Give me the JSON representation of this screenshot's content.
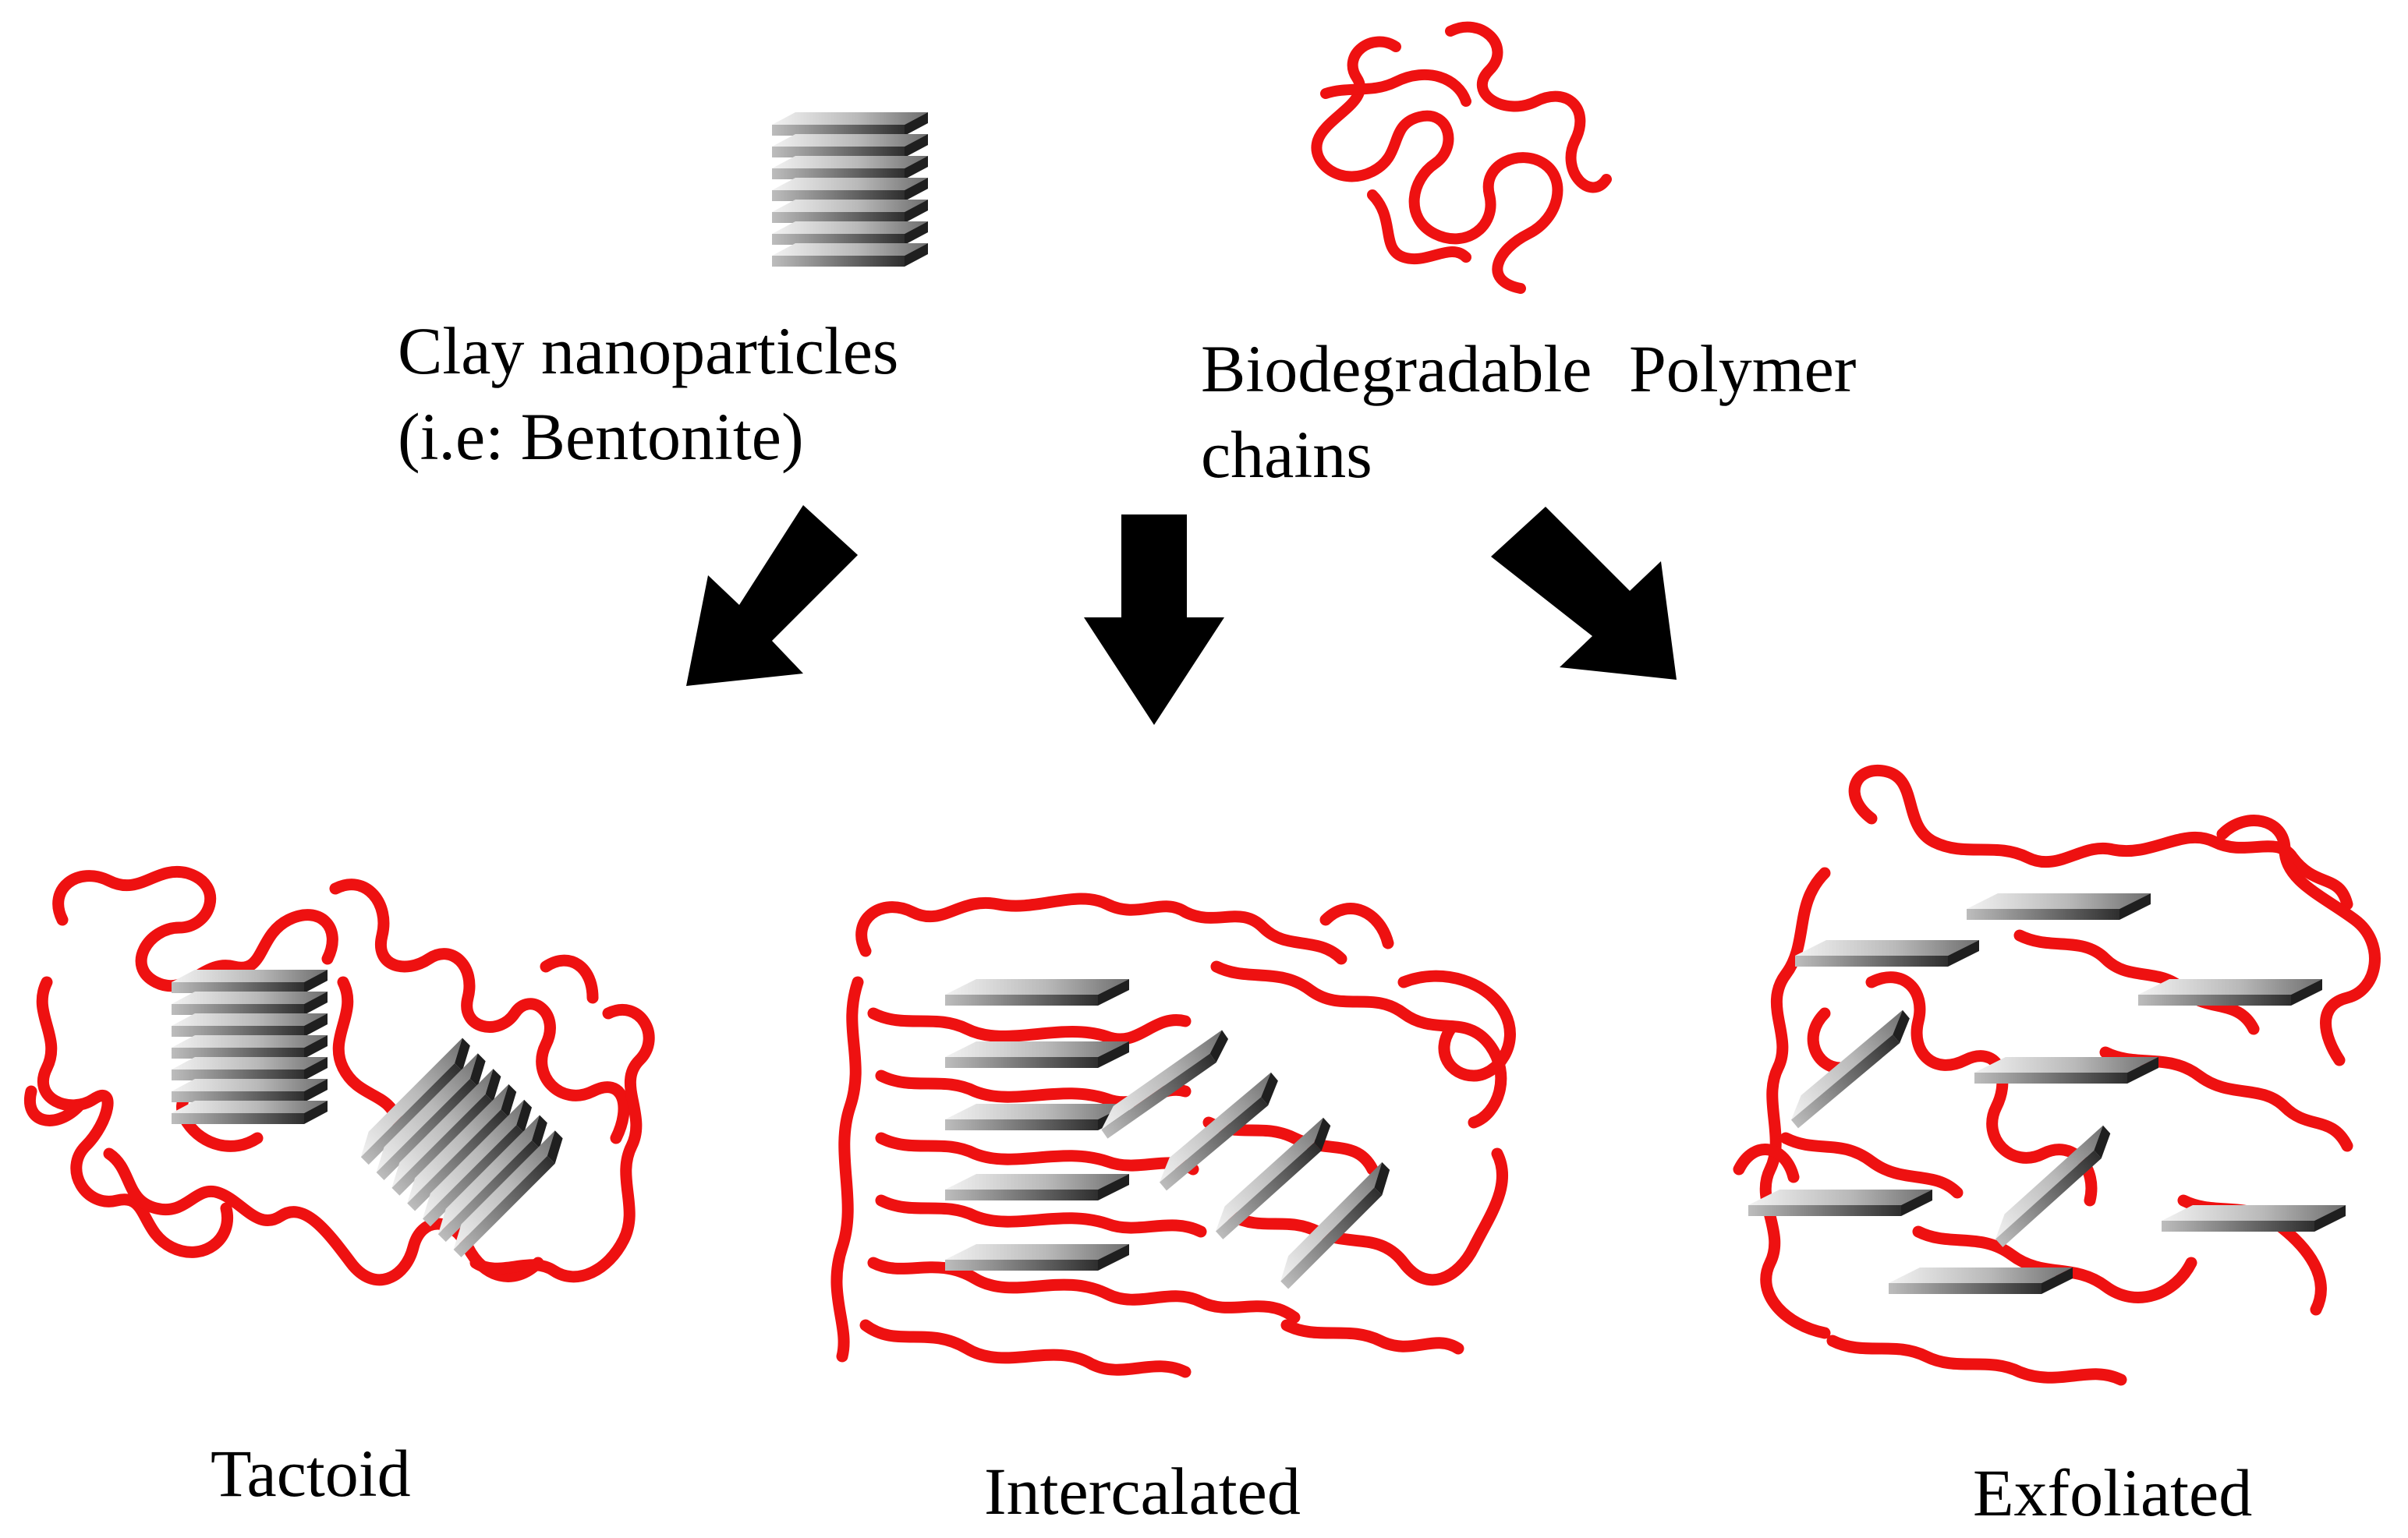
{
  "inputs": {
    "clay": {
      "line1": "Clay nanoparticles",
      "line2": "(i.e: Bentonite)"
    },
    "polymer": {
      "line1": "Biodegradable  Polymer",
      "line2": "chains"
    }
  },
  "outcomes": {
    "tactoid": "Tactoid",
    "intercalated": "Intercalated",
    "exfoliated": "Exfoliated"
  },
  "colors": {
    "polymer": "#ee1111",
    "arrow": "#000000",
    "clay_dark": "#3a3a3a",
    "clay_light": "#d0d0d0",
    "background": "#ffffff"
  },
  "icons": {
    "clay_stack": "layered-clay-stack-icon",
    "polymer_coil": "polymer-coil-icon",
    "arrow": "thick-black-arrow-icon"
  }
}
